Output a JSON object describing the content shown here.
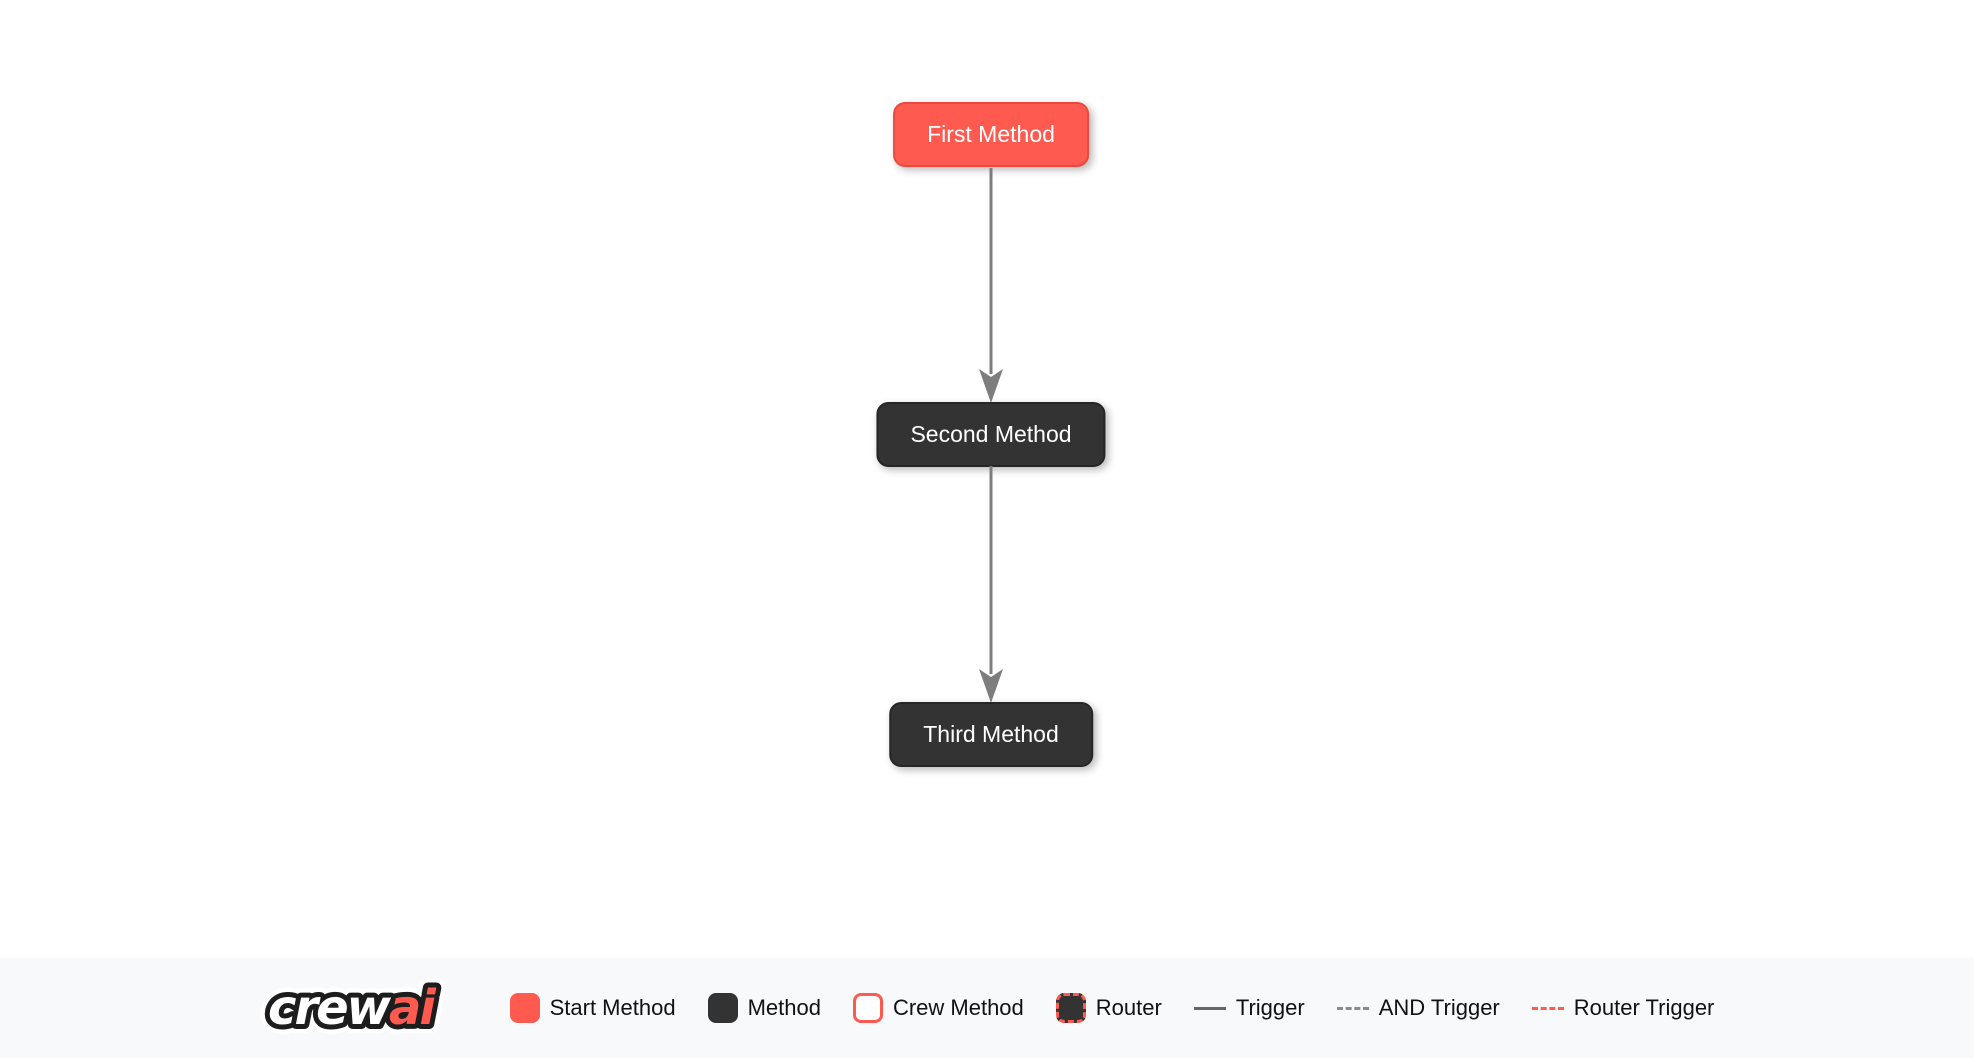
{
  "diagram": {
    "nodes": [
      {
        "label": "First Method",
        "type": "start-method"
      },
      {
        "label": "Second Method",
        "type": "method"
      },
      {
        "label": "Third Method",
        "type": "method"
      }
    ],
    "edges": [
      {
        "from": "First Method",
        "to": "Second Method",
        "type": "trigger"
      },
      {
        "from": "Second Method",
        "to": "Third Method",
        "type": "trigger"
      }
    ]
  },
  "footer": {
    "logo": {
      "part1": "crew",
      "part2": "ai"
    },
    "legend": [
      {
        "label": "Start Method",
        "swatch": "start-method-box"
      },
      {
        "label": "Method",
        "swatch": "method-box"
      },
      {
        "label": "Crew Method",
        "swatch": "crew-method-box"
      },
      {
        "label": "Router",
        "swatch": "router-box"
      },
      {
        "label": "Trigger",
        "swatch": "solid-gray-line"
      },
      {
        "label": "AND Trigger",
        "swatch": "dashed-gray-line"
      },
      {
        "label": "Router Trigger",
        "swatch": "dashed-red-line"
      }
    ]
  },
  "colors": {
    "start_method_red": "#ff5a50",
    "method_dark": "#333333",
    "edge_gray": "#7d7d7d",
    "legend_line_gray": "#666666",
    "footer_background": "#f8f9fa",
    "canvas_background": "#ffffff"
  }
}
